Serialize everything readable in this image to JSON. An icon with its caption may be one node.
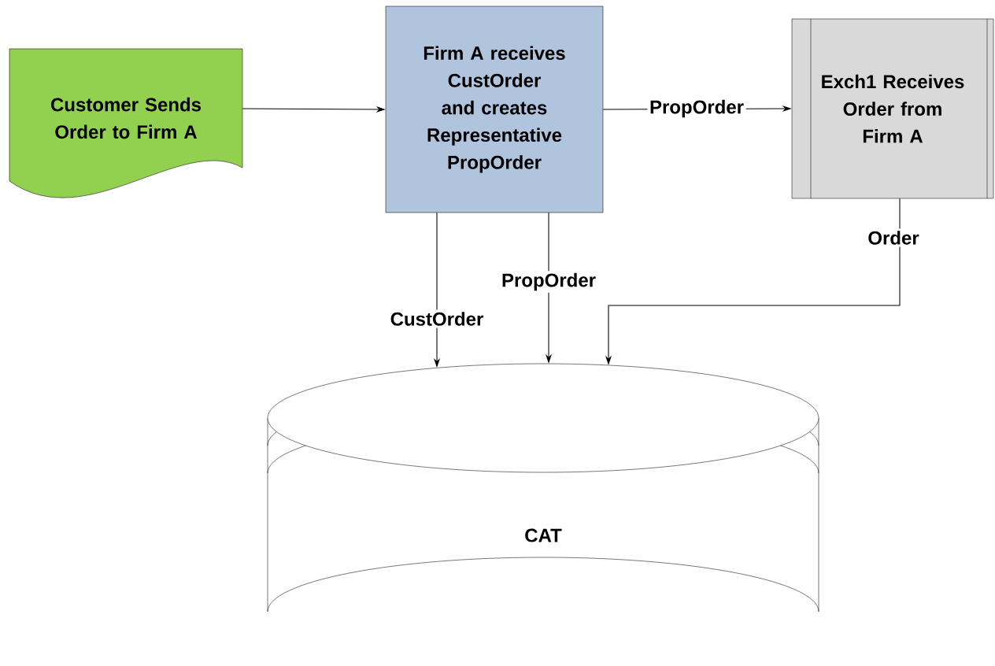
{
  "diagram": {
    "nodes": [
      {
        "text": [
          "Customer Sends Order to Firm A"
        ]
      },
      {
        "text": [
          "Firm A receives CustOrder and creates Representative PropOrder"
        ]
      },
      {
        "text": [
          "Exch1 Receives Order from Firm A"
        ]
      },
      {
        "text": [
          "CAT"
        ]
      }
    ],
    "edges": [
      {
        "from": 0,
        "to": 1,
        "arrow": "to"
      },
      {
        "from": 1,
        "to": 2,
        "arrow": "to",
        "label": "PropOrder"
      },
      {
        "from": 1,
        "to": 3,
        "arrow": "to",
        "label": "CustOrder"
      },
      {
        "from": 1,
        "to": 3,
        "arrow": "to",
        "label": "PropOrder"
      },
      {
        "from": 2,
        "to": 3,
        "arrow": "to",
        "label": "Order"
      }
    ]
  }
}
